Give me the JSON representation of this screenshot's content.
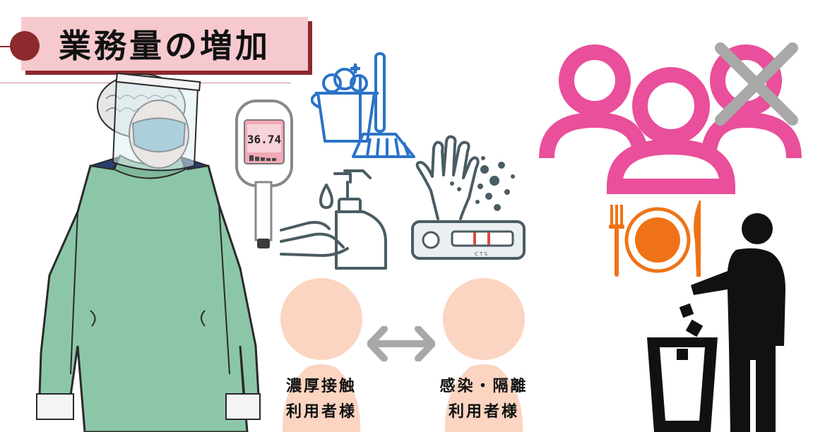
{
  "title": "業務量の増加",
  "thermometer": {
    "reading": "36.74"
  },
  "persons": {
    "close_contact": {
      "line1": "濃厚接触",
      "line2": "利用者様"
    },
    "infected": {
      "line1": "感染・隔離",
      "line2": "利用者様"
    }
  },
  "antigen_test": {
    "marks": "C T S"
  },
  "icons": [
    "nurse-in-gown-icon",
    "thermometer-icon",
    "cleaning-bucket-icon",
    "hand-soap-icon",
    "virus-hand-icon",
    "antigen-test-icon",
    "person-icon",
    "double-arrow-icon",
    "staff-group-icon",
    "meal-icon",
    "trash-disposal-icon"
  ],
  "colors": {
    "title_bg": "#f6c9cf",
    "title_accent": "#8c2a2e",
    "gown": "#8cc6a8",
    "person": "#fbd5c1",
    "staff_pink": "#e94f9a",
    "meal_orange": "#ef7316",
    "cross_gray": "#a8a8a8",
    "blue_icon": "#2b73c8",
    "dark_icon": "#4a5c63"
  }
}
